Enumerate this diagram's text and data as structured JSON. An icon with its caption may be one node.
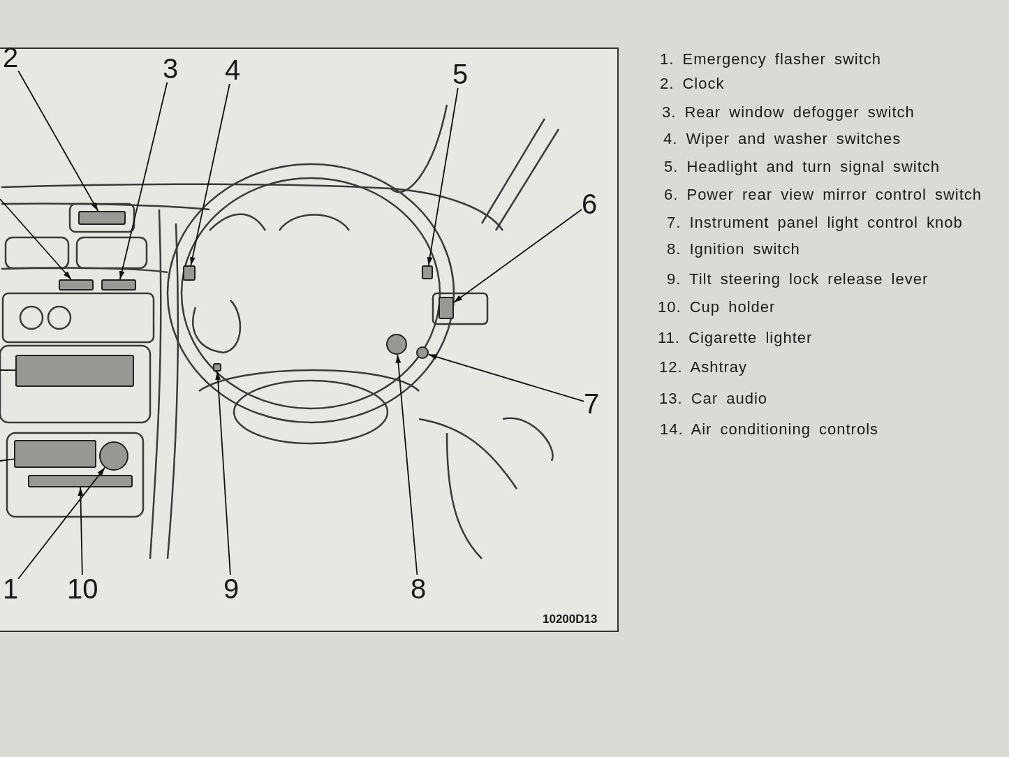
{
  "diagram": {
    "nodes": [
      {
        "text": [
          "2"
        ]
      },
      {
        "text": [
          "3"
        ]
      },
      {
        "text": [
          "4"
        ]
      },
      {
        "text": [
          "5"
        ]
      },
      {
        "text": [
          "6"
        ]
      },
      {
        "text": [
          "7"
        ]
      },
      {
        "text": [
          "1"
        ]
      },
      {
        "text": [
          "10"
        ]
      },
      {
        "text": [
          "9"
        ]
      },
      {
        "text": [
          "8"
        ]
      },
      {
        "text": [],
        "shape": "box"
      },
      {
        "text": [],
        "shape": "box"
      },
      {
        "text": [],
        "shape": "box"
      },
      {
        "text": [],
        "shape": "box"
      },
      {
        "text": [],
        "shape": "box"
      },
      {
        "text": [],
        "shape": "box"
      },
      {
        "text": [],
        "shape": "box"
      },
      {
        "text": [],
        "shape": "circle"
      },
      {
        "text": [],
        "shape": "circle"
      },
      {
        "text": [],
        "shape": "box"
      },
      {
        "text": [],
        "shape": "box"
      },
      {
        "text": [],
        "shape": "circle"
      },
      {
        "text": [],
        "shape": "box"
      }
    ],
    "edges": [
      {
        "from": 0,
        "to": 10,
        "arrow": "to"
      },
      {
        "from": 1,
        "to": 12,
        "arrow": "to"
      },
      {
        "from": 2,
        "to": 13,
        "arrow": "to"
      },
      {
        "from": 3,
        "to": 14,
        "arrow": "to"
      },
      {
        "from": 4,
        "to": 15,
        "arrow": "to"
      },
      {
        "from": 5,
        "to": 18,
        "arrow": "to"
      },
      {
        "from": 6,
        "to": 21,
        "arrow": "to"
      },
      {
        "from": 7,
        "to": 22,
        "arrow": "to"
      },
      {
        "from": 8,
        "to": 19,
        "arrow": "to"
      },
      {
        "from": 9,
        "to": 17,
        "arrow": "to"
      },
      {
        "from": null,
        "to": 11,
        "arrow": "to"
      },
      {
        "from": null,
        "to": 16,
        "arrow": "none"
      },
      {
        "from": null,
        "to": 20,
        "arrow": "none"
      }
    ],
    "labels": [
      "10200D13",
      "1. Emergency flasher switch",
      "2. Clock",
      "3. Rear window defogger switch",
      "4. Wiper and washer switches",
      "5. Headlight and turn signal switch",
      "6. Power rear view mirror control switch",
      "7. Instrument panel light control knob",
      "8. Ignition switch",
      "9. Tilt steering lock release lever",
      "10. Cup holder",
      "11. Cigarette lighter",
      "12. Ashtray",
      "13. Car audio",
      "14. Air conditioning controls"
    ]
  }
}
